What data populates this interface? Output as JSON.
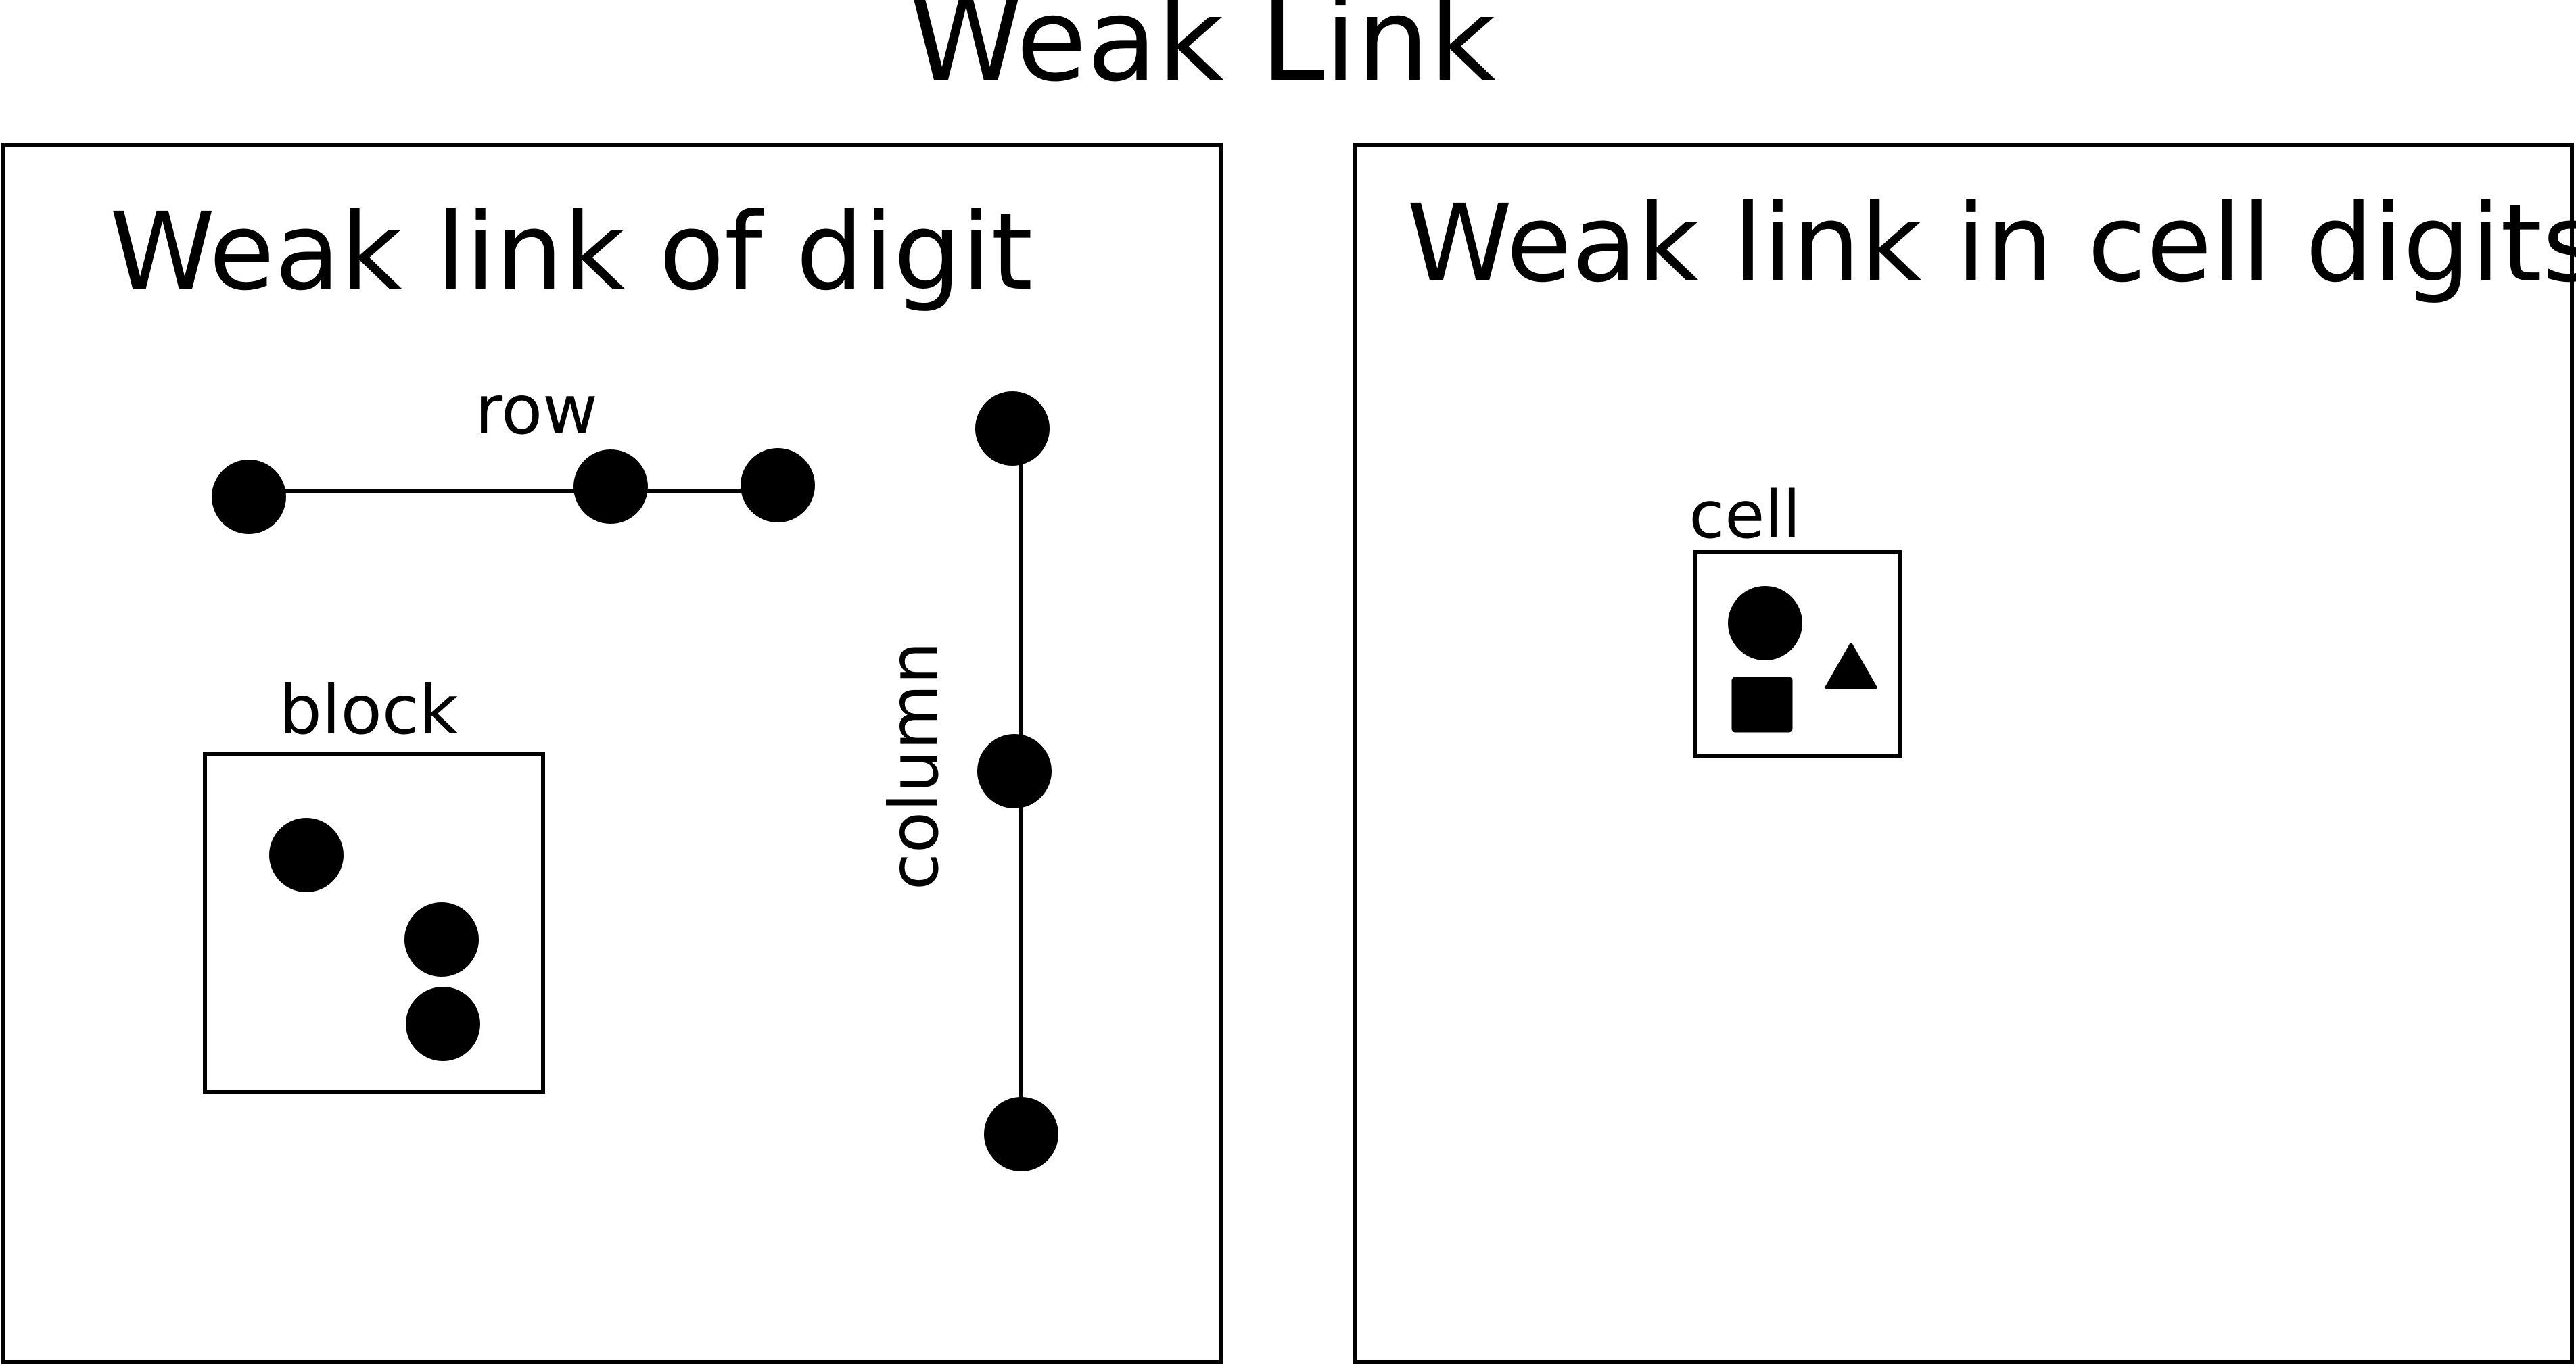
{
  "title": "Weak Link",
  "panels": {
    "left": {
      "title": "Weak link of digit",
      "labels": {
        "row": "row",
        "column": "column",
        "block": "block"
      }
    },
    "right": {
      "title": "Weak link in cell digits",
      "labels": {
        "cell": "cell"
      }
    }
  },
  "colors": {
    "ink": "#000000",
    "background": "#ffffff"
  }
}
